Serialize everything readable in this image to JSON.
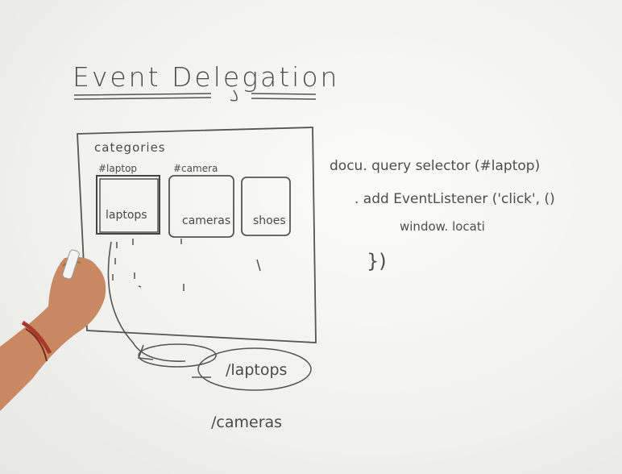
{
  "title": "Event Delegation",
  "diagram": {
    "container_label": "categories",
    "ids": [
      "#laptop",
      "#camera"
    ],
    "boxes": [
      "laptops",
      "cameras",
      "shoes"
    ]
  },
  "code_lines": [
    "docu. query selector (#laptop)",
    ". add EventListener ('click', ()",
    "window. locati",
    "})"
  ],
  "routes": [
    "/laptops",
    "/cameras"
  ],
  "colors": {
    "ink": "#4a4a4a",
    "board": "#f4f4f2",
    "skin": "#c98a63",
    "bracelet": "#a83a2a"
  }
}
